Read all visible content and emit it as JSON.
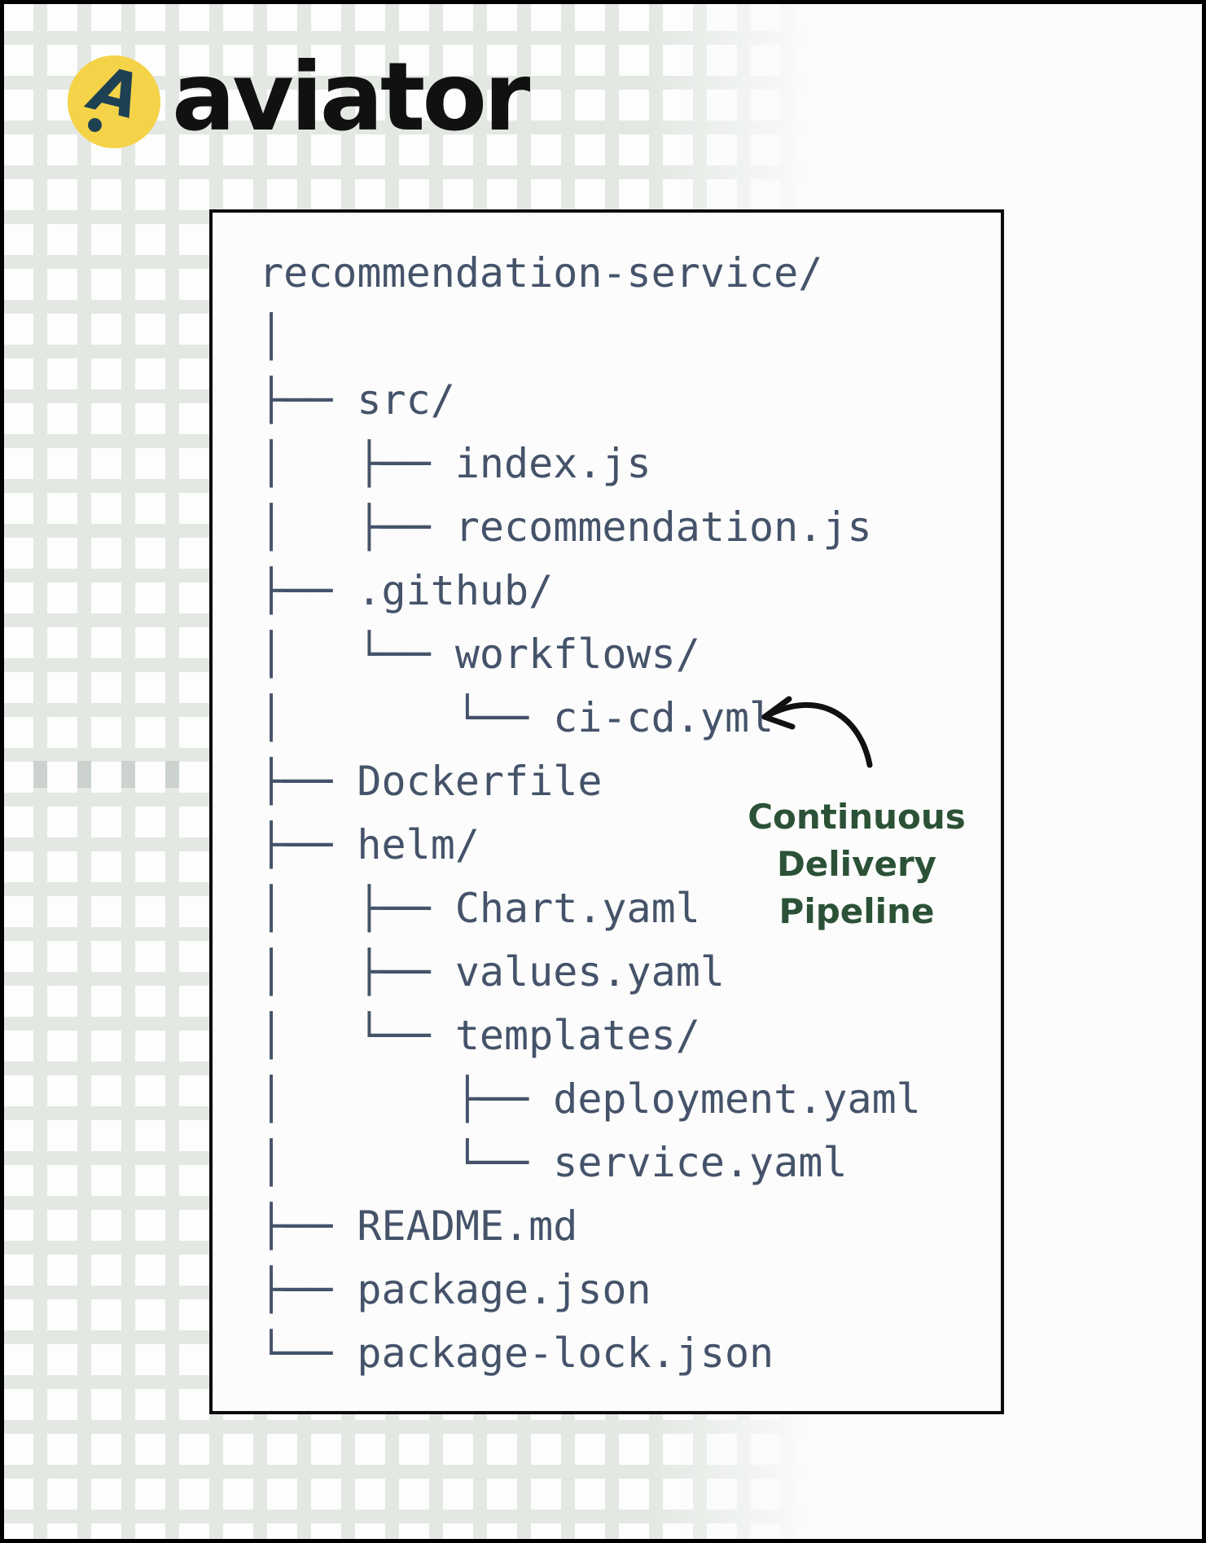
{
  "brand": {
    "wordmark": "aviator",
    "mark": "A"
  },
  "tree": {
    "root": "recommendation-service/",
    "lines": [
      "recommendation-service/",
      "│",
      "├── src/",
      "│   ├── index.js",
      "│   ├── recommendation.js",
      "├── .github/",
      "│   └── workflows/",
      "│       └── ci-cd.yml",
      "├── Dockerfile",
      "├── helm/",
      "│   ├── Chart.yaml",
      "│   ├── values.yaml",
      "│   └── templates/",
      "│       ├── deployment.yaml",
      "│       └── service.yaml",
      "├── README.md",
      "├── package.json",
      "└── package-lock.json"
    ]
  },
  "annotation": {
    "lines": [
      "Continuous",
      "Delivery",
      "Pipeline"
    ]
  },
  "colors": {
    "page_bg": "#fafbfa",
    "grid_square": "#fcfdfc",
    "grid_gap": "#e3e8e3",
    "grid_accent": "#ccd3cf",
    "logo_circle": "#f5d348",
    "logo_mark": "#1d4153",
    "wordmark": "#111111",
    "card_bg": "#fbfcfb",
    "card_border": "#0c0c0c",
    "tree_text": "#45536a",
    "annotation_green": "#2b5236",
    "arrow": "#111111"
  }
}
